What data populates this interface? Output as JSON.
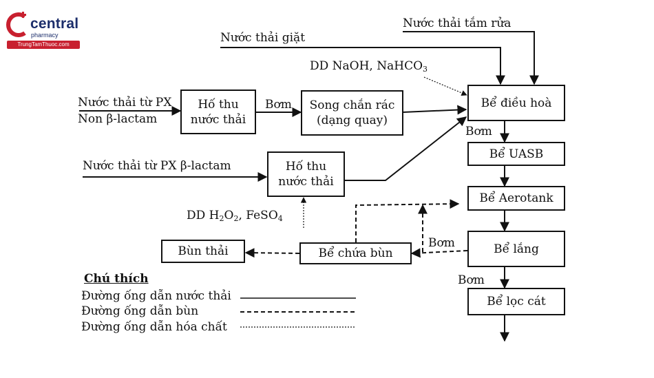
{
  "logo": {
    "name": "central",
    "tagline": "pharmacy",
    "url": "TrungTamThuoc.com",
    "brand_color": "#c8202f",
    "text_color": "#1c2e6b"
  },
  "inputs": {
    "giat": "Nước thải giặt",
    "tam_rua": "Nước thải tắm rửa",
    "naoh": "DD NaOH, NaHCO",
    "naoh_sub": "3",
    "px_non_line1": "Nước thải từ PX",
    "px_non_line2": "Non β-lactam",
    "px_beta": "Nước thải từ PX β-lactam",
    "h2o2_a": "DD H",
    "h2o2_sub1": "2",
    "h2o2_b": "O",
    "h2o2_sub2": "2",
    "h2o2_c": ", FeSO",
    "h2o2_sub3": "4"
  },
  "boxes": {
    "ho_thu_1": "Hố thu\nnước thải",
    "song_chan_rac": "Song chắn rác\n(dạng quay)",
    "ho_thu_2": "Hố thu\nnước thải",
    "dieu_hoa": "Bể điều hoà",
    "uasb": "Bể UASB",
    "aerotank": "Bể Aerotank",
    "lang": "Bể lắng",
    "loc_cat": "Bể lọc cát",
    "chua_bun": "Bể chứa bùn",
    "bun_thai": "Bùn thải"
  },
  "pump_labels": {
    "bom_1": "Bơm",
    "bom_dieu_hoa": "Bơm",
    "bom_lang": "Bơm",
    "bom_loc": "Bơm"
  },
  "legend": {
    "title": "Chú thích",
    "items": [
      {
        "label": "Đường ống dẫn nước thải",
        "style": "solid"
      },
      {
        "label": "Đường ống dẫn bùn",
        "style": "dashed"
      },
      {
        "label": "Đường ống dẫn hóa chất",
        "style": "dotted"
      }
    ]
  }
}
